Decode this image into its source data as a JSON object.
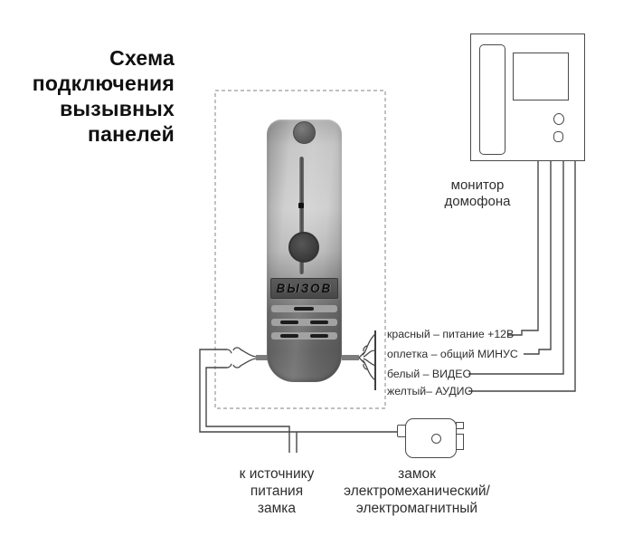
{
  "title": {
    "lines": [
      "Схема",
      "подключения",
      "вызывных",
      "панелей"
    ]
  },
  "call_panel": {
    "button_label": "ВЫЗОВ"
  },
  "monitor": {
    "label_lines": [
      "монитор",
      "домофона"
    ]
  },
  "wire_labels": [
    "красный – питание +12В",
    "оплетка – общий МИНУС",
    "белый – ВИДЕО",
    "желтый– АУДИО"
  ],
  "lock_power_label": {
    "lines": [
      "к источнику",
      "питания",
      "замка"
    ]
  },
  "lock_label": {
    "lines": [
      "замок",
      "электромеханический/",
      "электромагнитный"
    ]
  },
  "colors": {
    "line": "#474747",
    "dashed_border": "#999999",
    "text": "#2e2e2e",
    "panel_metal_light": "#d0d0d0",
    "panel_metal_dark": "#626262",
    "call_plate": "#4e4e4e"
  }
}
